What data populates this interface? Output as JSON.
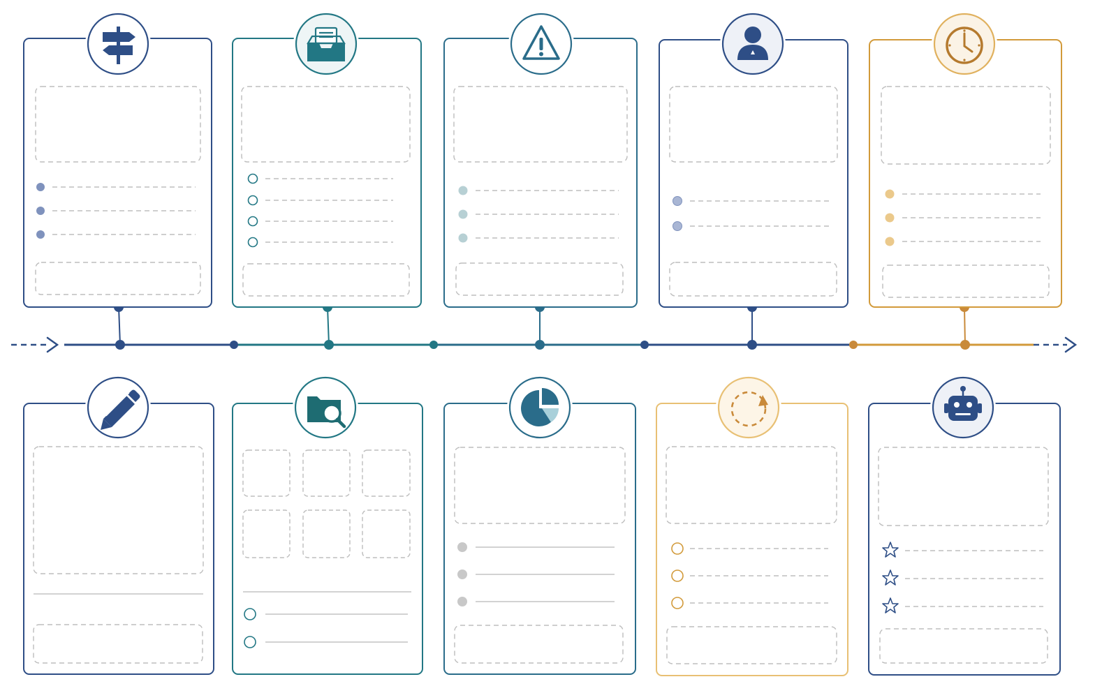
{
  "colors": {
    "navy": "#2E4E86",
    "teal": "#227784",
    "steel": "#2A6C8A",
    "amber": "#D29A3A",
    "amber_soft": "#E8C074",
    "placeholder": "#BDBDBD",
    "dot_navy": "#7F92BD",
    "dot_light_teal": "#B7D0D4",
    "dot_gray": "#C8C8C8",
    "dot_amber": "#EBC98B"
  },
  "timeline": {
    "direction": "left-to-right",
    "segments": [
      "navy",
      "teal",
      "steel",
      "navy",
      "amber"
    ]
  },
  "cards_top": [
    {
      "id": "signpost",
      "icon": "signpost-icon",
      "color": "navy",
      "bullet_style": "filled-dot",
      "bullet_count": 3
    },
    {
      "id": "archive",
      "icon": "inbox-tray-icon",
      "color": "teal",
      "bullet_style": "open-circle",
      "bullet_count": 4
    },
    {
      "id": "warning",
      "icon": "warning-icon",
      "color": "steel",
      "bullet_style": "filled-dot",
      "bullet_count": 3
    },
    {
      "id": "user",
      "icon": "user-icon",
      "color": "navy",
      "bullet_style": "filled-dot",
      "bullet_count": 2
    },
    {
      "id": "clock",
      "icon": "clock-icon",
      "color": "amber",
      "bullet_style": "filled-dot",
      "bullet_count": 3
    }
  ],
  "cards_bottom": [
    {
      "id": "pencil",
      "icon": "pencil-icon",
      "color": "navy",
      "layout": "large-box-divider"
    },
    {
      "id": "folder",
      "icon": "folder-search-icon",
      "color": "teal",
      "layout": "grid-3x2",
      "bullet_style": "open-circle",
      "bullet_count": 2
    },
    {
      "id": "pie",
      "icon": "pie-chart-icon",
      "color": "steel",
      "bullet_style": "filled-dot",
      "bullet_count": 3
    },
    {
      "id": "cycle",
      "icon": "refresh-cycle-icon",
      "color": "amber",
      "bullet_style": "open-circle",
      "bullet_count": 3
    },
    {
      "id": "robot",
      "icon": "robot-icon",
      "color": "navy",
      "bullet_style": "star",
      "bullet_count": 3
    }
  ]
}
